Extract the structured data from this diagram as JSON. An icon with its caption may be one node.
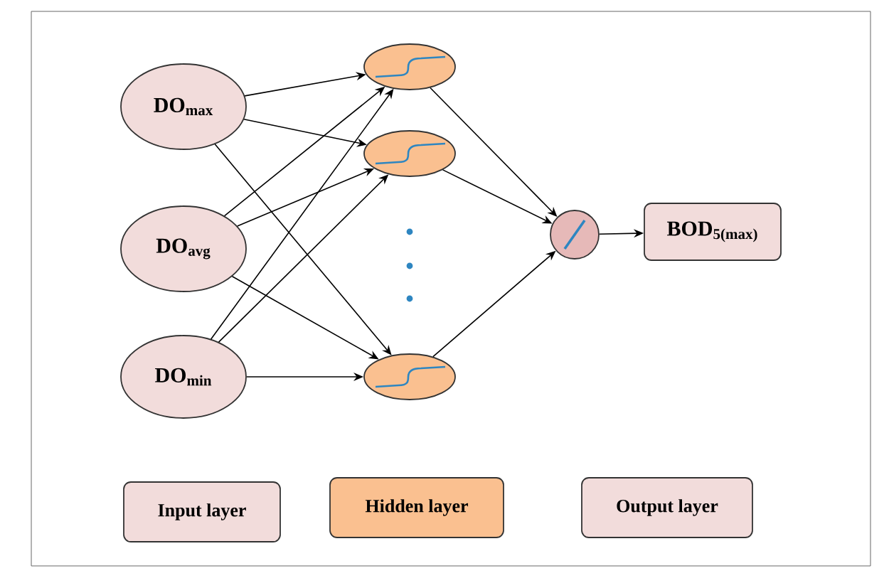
{
  "diagram": {
    "nodes": [
      {
        "text": [
          "DO$_{max}$"
        ]
      },
      {
        "text": [
          "DO$_{avg}$"
        ]
      },
      {
        "text": [
          "DO$_{min}$"
        ]
      },
      {
        "text": [],
        "shape": "circle"
      },
      {
        "text": [],
        "shape": "circle"
      },
      {
        "text": [],
        "shape": "circle"
      },
      {
        "text": [],
        "shape": "circle"
      },
      {
        "text": [
          "BOD$_{5(max)}$"
        ]
      },
      {
        "text": [
          "Input layer"
        ]
      },
      {
        "text": [
          "Hidden layer"
        ]
      },
      {
        "text": [
          "Output layer"
        ]
      }
    ],
    "edges": [
      {
        "from": 0,
        "to": 3,
        "arrow": "to"
      },
      {
        "from": 0,
        "to": 4,
        "arrow": "to"
      },
      {
        "from": 0,
        "to": 5,
        "arrow": "to"
      },
      {
        "from": 1,
        "to": 3,
        "arrow": "to"
      },
      {
        "from": 1,
        "to": 4,
        "arrow": "to"
      },
      {
        "from": 1,
        "to": 5,
        "arrow": "to"
      },
      {
        "from": 2,
        "to": 3,
        "arrow": "to"
      },
      {
        "from": 2,
        "to": 4,
        "arrow": "to"
      },
      {
        "from": 2,
        "to": 5,
        "arrow": "to"
      },
      {
        "from": 3,
        "to": 6,
        "arrow": "to"
      },
      {
        "from": 4,
        "to": 6,
        "arrow": "to"
      },
      {
        "from": 5,
        "to": 6,
        "arrow": "to"
      },
      {
        "from": 6,
        "to": 7,
        "arrow": "to"
      }
    ]
  }
}
